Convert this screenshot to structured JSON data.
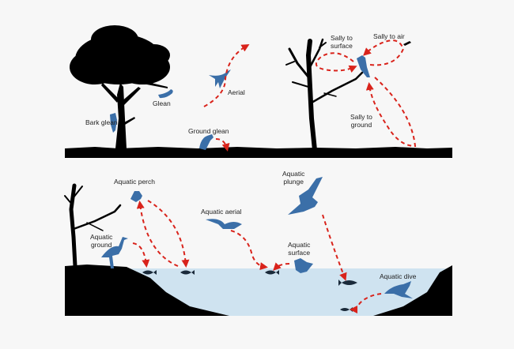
{
  "colors": {
    "background": "#f7f7f7",
    "silhouette": "#000000",
    "bird": "#3b6fa8",
    "fish": "#1a2a3a",
    "arrow": "#d9231b",
    "water": "#cfe3f0"
  },
  "terrestrial": {
    "labels": {
      "bark_glean": "Bark glean",
      "glean": "Glean",
      "aerial": "Aerial",
      "ground_glean": "Ground glean",
      "sally_to_surface_1": "Sally to",
      "sally_to_surface_2": "surface",
      "sally_to_air": "Sally to air",
      "sally_to_ground_1": "Sally to",
      "sally_to_ground_2": "ground"
    }
  },
  "aquatic": {
    "labels": {
      "aquatic_perch": "Aquatic perch",
      "aquatic_ground_1": "Aquatic",
      "aquatic_ground_2": "ground",
      "aquatic_aerial": "Aquatic aerial",
      "aquatic_plunge_1": "Aquatic",
      "aquatic_plunge_2": "plunge",
      "aquatic_surface_1": "Aquatic",
      "aquatic_surface_2": "surface",
      "aquatic_dive": "Aquatic dive"
    }
  }
}
